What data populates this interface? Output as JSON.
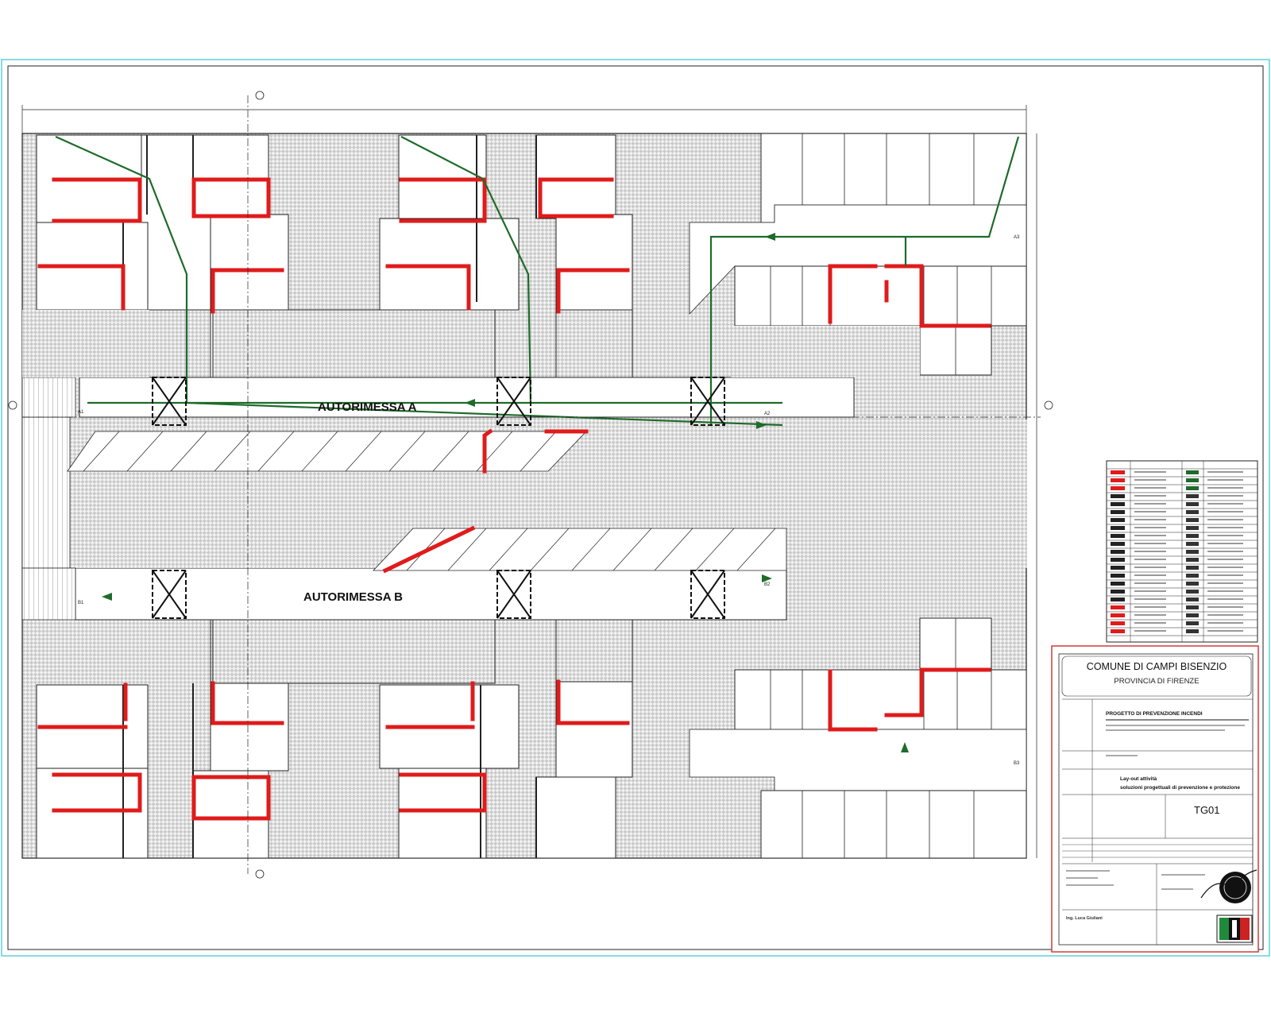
{
  "drawing": {
    "garage_a": "AUTORIMESSA A",
    "garage_b": "AUTORIMESSA B",
    "exit_labels": [
      "A1",
      "A2",
      "A3",
      "B1",
      "B2",
      "B3"
    ]
  },
  "title_block": {
    "comune": "COMUNE DI CAMPI BISENZIO",
    "provincia": "PROVINCIA DI FIRENZE",
    "project_title": "PROGETTO DI PREVENZIONE INCENDI",
    "list_item_1": "Lay-out attività",
    "list_item_2": "soluzioni progettuali di prevenzione e protezione",
    "sheet_code": "TG01",
    "engineer": "Ing. Luca Giuliani"
  },
  "colors": {
    "line": "#222222",
    "hatch": "#8a8a8a",
    "fire_wall": "#e01b1b",
    "escape_route": "#1e6b2a",
    "sheet_border": "#5fd0d8",
    "title_border": "#d23a3a"
  }
}
